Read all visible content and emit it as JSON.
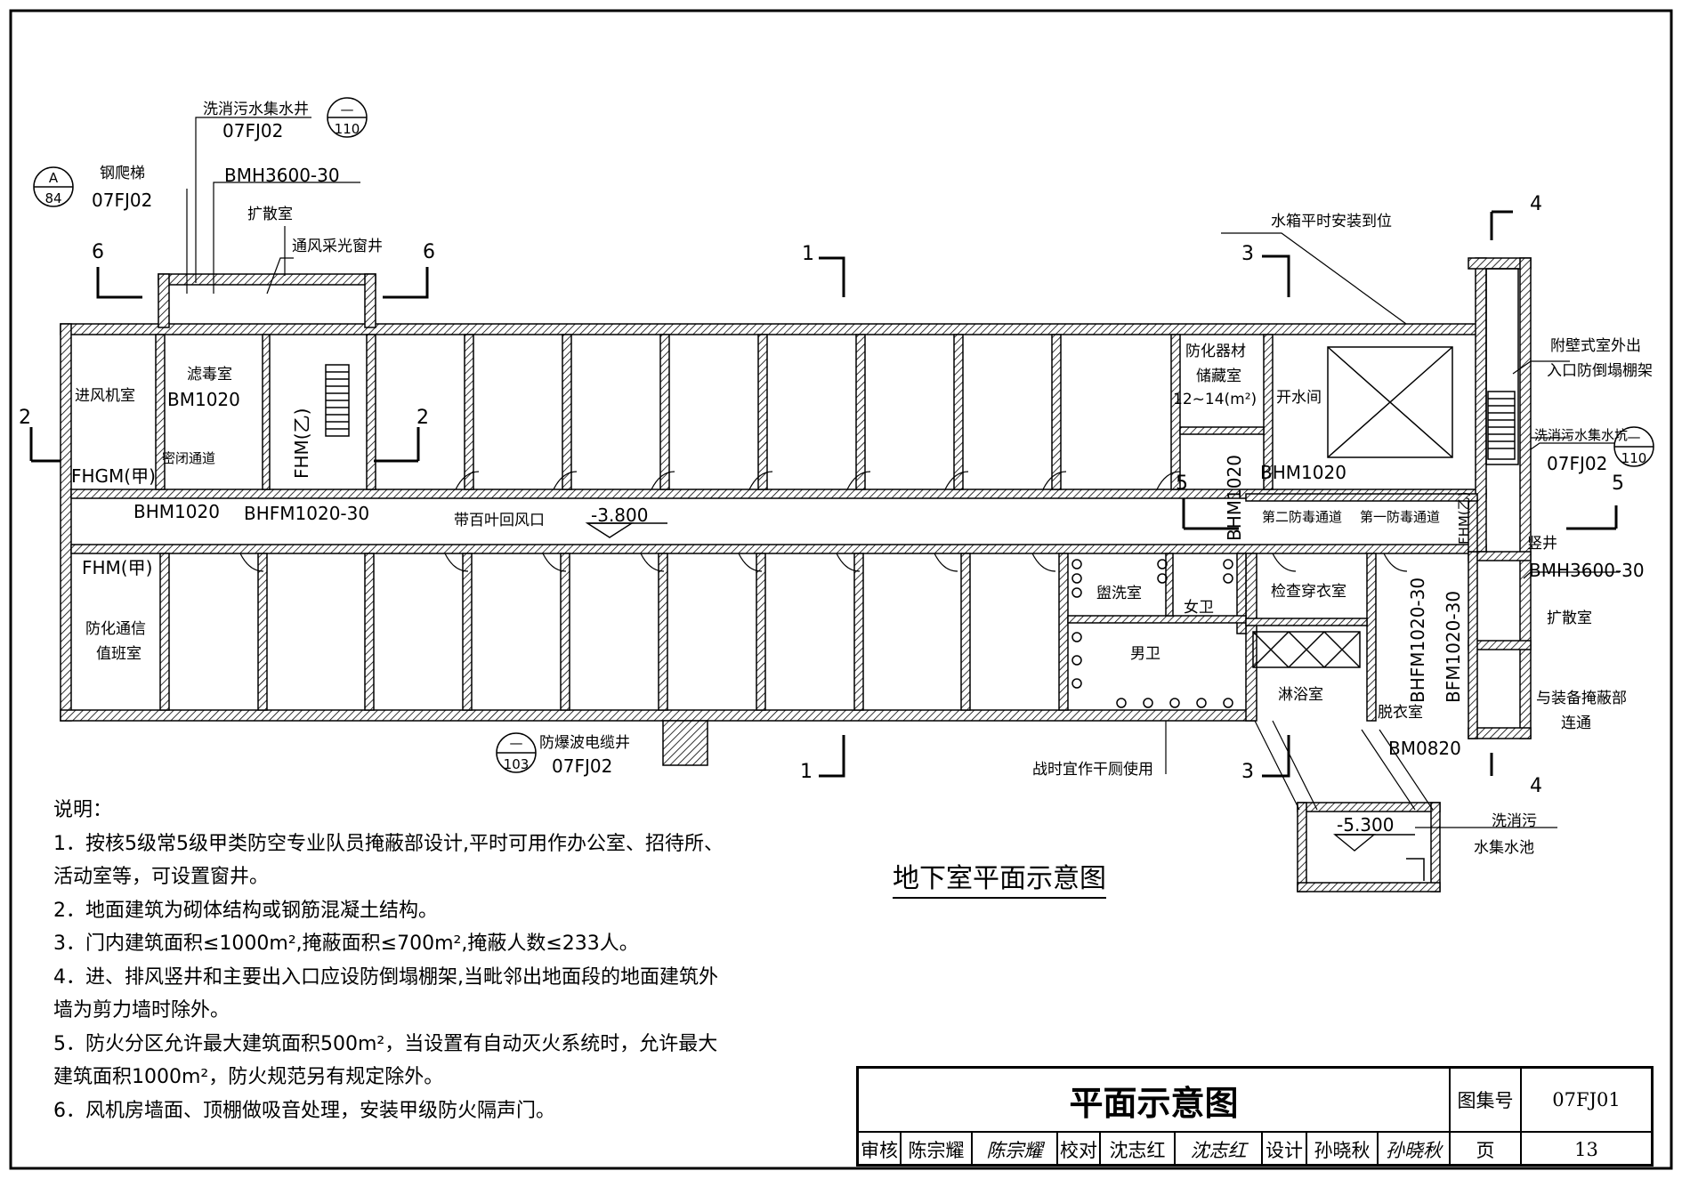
{
  "plan": {
    "rooms": {
      "intake_fan": "进风机室",
      "filter_room_1": "滤毒室",
      "filter_room_code": "BM1020",
      "sealed_passage": "密闭通道",
      "diffusion_room_top": "扩散室",
      "vent_window_well": "通风采光窗井",
      "chem_store_1": "防化器材",
      "chem_store_2": "储藏室",
      "chem_store_area": "12~14(m²)",
      "water_room": "开水间",
      "comm_duty_1": "防化通信",
      "comm_duty_2": "值班室",
      "wash_room": "盥洗室",
      "female_wc": "女卫",
      "male_wc": "男卫",
      "inspect_dress": "检查穿衣室",
      "shower_room": "淋浴室",
      "undress_room": "脱衣室",
      "second_decon": "第二防毒通道",
      "first_decon": "第一防毒通道",
      "diffusion_room_right": "扩散室",
      "shaft": "竖井"
    },
    "callouts": {
      "sewage_well": "洗消污水集水井",
      "sewage_well_ref": "07FJ02",
      "steel_ladder": "钢爬梯",
      "steel_ladder_ref": "07FJ02",
      "bmh_top": "BMH3600-30",
      "water_tank": "水箱平时安装到位",
      "wall_exit_1": "附壁式室外出",
      "wall_exit_2": "入口防倒塌棚架",
      "sewage_pit": "洗消污水集水坑",
      "sewage_pit_ref": "07FJ02",
      "bmh_right": "BMH3600-30",
      "equip_link_1": "与装备掩蔽部",
      "equip_link_2": "连通",
      "blast_cable": "防爆波电缆井",
      "blast_cable_ref": "07FJ02",
      "wartime_toilet": "战时宜作干厕使用",
      "sewage_pool_1": "洗消污",
      "sewage_pool_2": "水集水池",
      "louver": "带百叶回风口",
      "elev_main": "-3.800",
      "elev_pool": "-5.300"
    },
    "doors": {
      "fhgm": "FHGM(甲)",
      "bhm_left": "BHM1020",
      "bhfm_left": "BHFM1020-30",
      "fhm_jia": "FHM(甲)",
      "fhm_yi": "FHM(乙)",
      "fhm_yi_right": "FHM(乙)",
      "bhm_mid_v": "BHM1020",
      "bhm_mid_h": "BHM1020",
      "bhfm_right_1": "BHFM1020-30",
      "bfm_right_2": "BFM1020-30",
      "bm0820": "BM0820"
    },
    "circles": {
      "c1_top": "—",
      "c1_bot": "110",
      "c2_top": "A",
      "c2_bot": "84",
      "c3_top": "—",
      "c3_bot": "110",
      "c4_top": "—",
      "c4_bot": "103"
    },
    "sections": {
      "s6": "6",
      "s1": "1",
      "s3": "3",
      "s4": "4",
      "s2": "2",
      "s5": "5"
    }
  },
  "plan_title": "地下室平面示意图",
  "notes": [
    "说明：",
    "1．按核5级常5级甲类防空专业队员掩蔽部设计,平时可用作办公室、招待所、",
    "活动室等，可设置窗井。",
    "2．地面建筑为砌体结构或钢筋混凝土结构。",
    "3．门内建筑面积≤1000m²,掩蔽面积≤700m²,掩蔽人数≤233人。",
    "4．进、排风竖井和主要出入口应设防倒塌棚架,当毗邻出地面段的地面建筑外",
    "墙为剪力墙时除外。",
    "5．防火分区允许最大建筑面积500m²，当设置有自动灭火系统时，允许最大",
    "建筑面积1000m²，防火规范另有规定除外。",
    "6．风机房墙面、顶棚做吸音处理，安装甲级防火隔声门。"
  ],
  "title_block": {
    "title": "平面示意图",
    "atlas_label": "图集号",
    "atlas_no": "07FJ01",
    "review_label": "审核",
    "review_name": "陈宗耀",
    "review_sig": "陈宗耀",
    "check_label": "校对",
    "check_name": "沈志红",
    "check_sig": "沈志红",
    "design_label": "设计",
    "design_name": "孙晓秋",
    "design_sig": "孙晓秋",
    "page_label": "页",
    "page_no": "13"
  }
}
